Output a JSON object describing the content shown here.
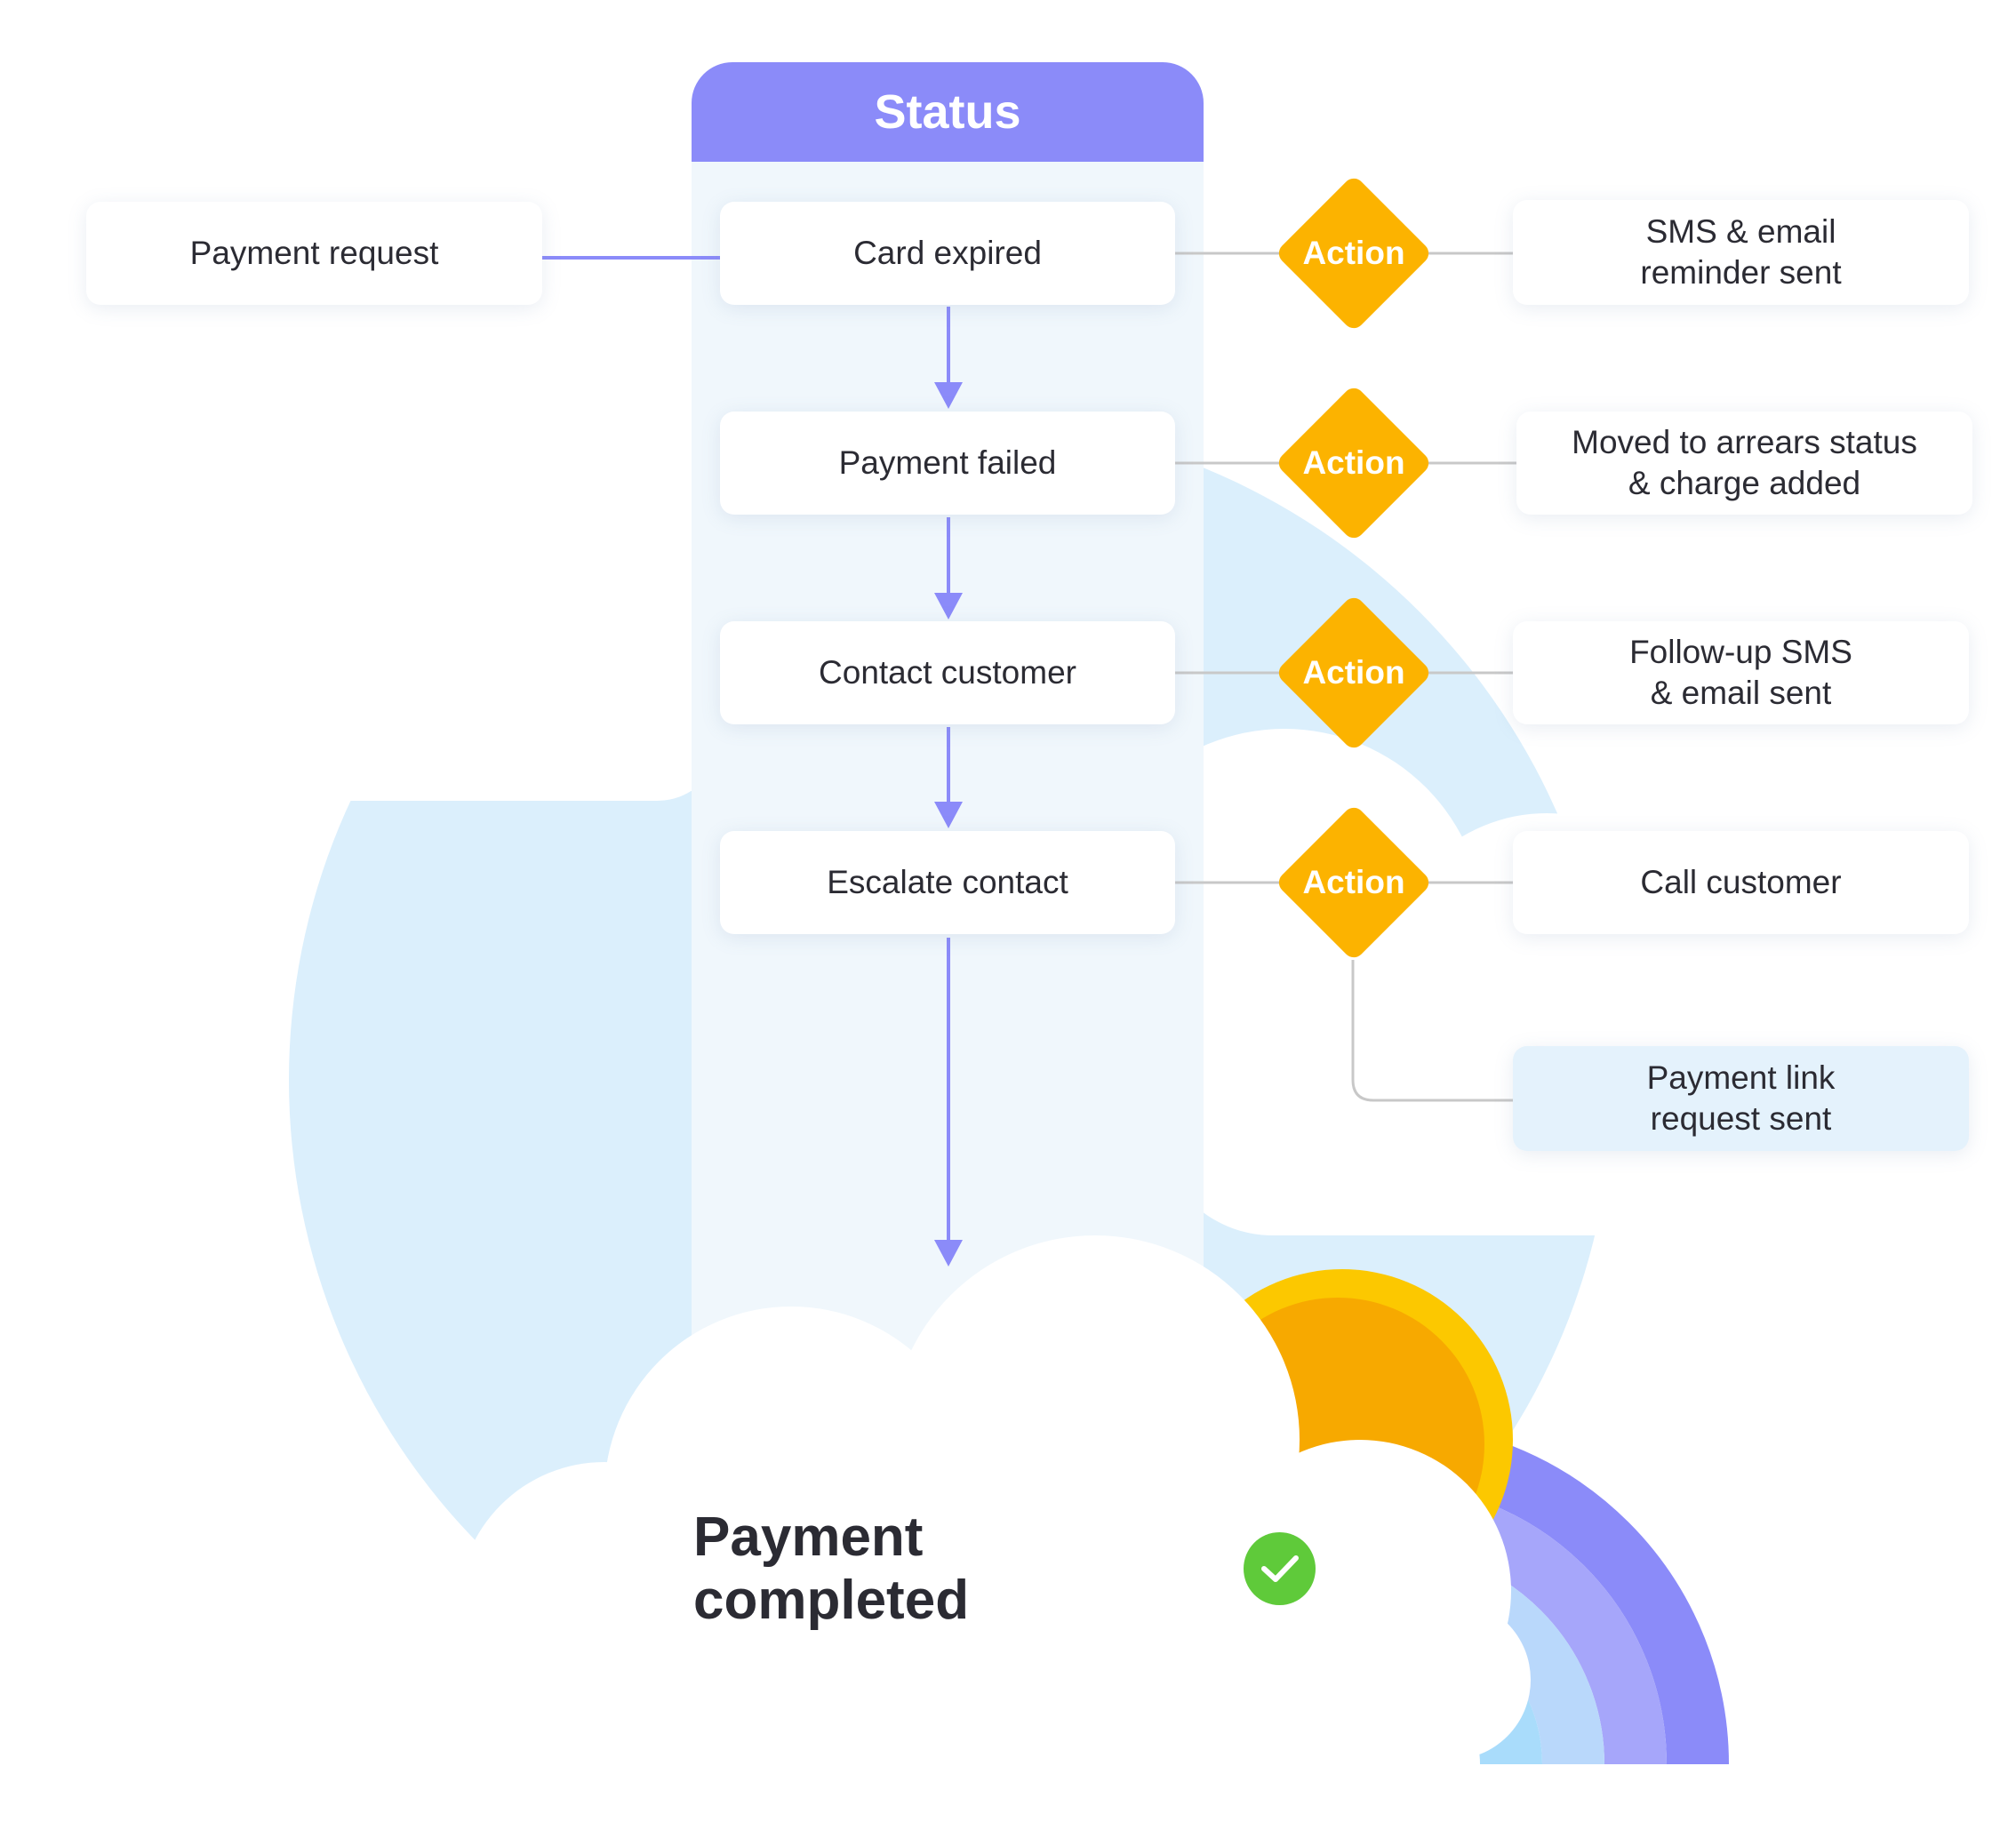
{
  "status_header": "Status",
  "trigger": "Payment request",
  "statuses": [
    "Card expired",
    "Payment failed",
    "Contact customer",
    "Escalate contact"
  ],
  "action_label": "Action",
  "outcomes": [
    "SMS & email\nreminder sent",
    "Moved to arrears status\n& charge added",
    "Follow-up SMS\n& email sent",
    "Call customer"
  ],
  "extra_outcome": "Payment link\nrequest sent",
  "final": "Payment completed",
  "colors": {
    "header": "#8b8bf9",
    "diamond": "#fcb300",
    "flow_line": "#8b8bf9",
    "connector": "#c8c8c8",
    "column": "#f0f7fc",
    "sky_circle": "#dbeffc",
    "check": "#5fca3a",
    "sun": "#fcb300"
  },
  "icons": [
    "checkmark-icon",
    "cloud-shape",
    "sun-shape",
    "rainbow-shape"
  ]
}
